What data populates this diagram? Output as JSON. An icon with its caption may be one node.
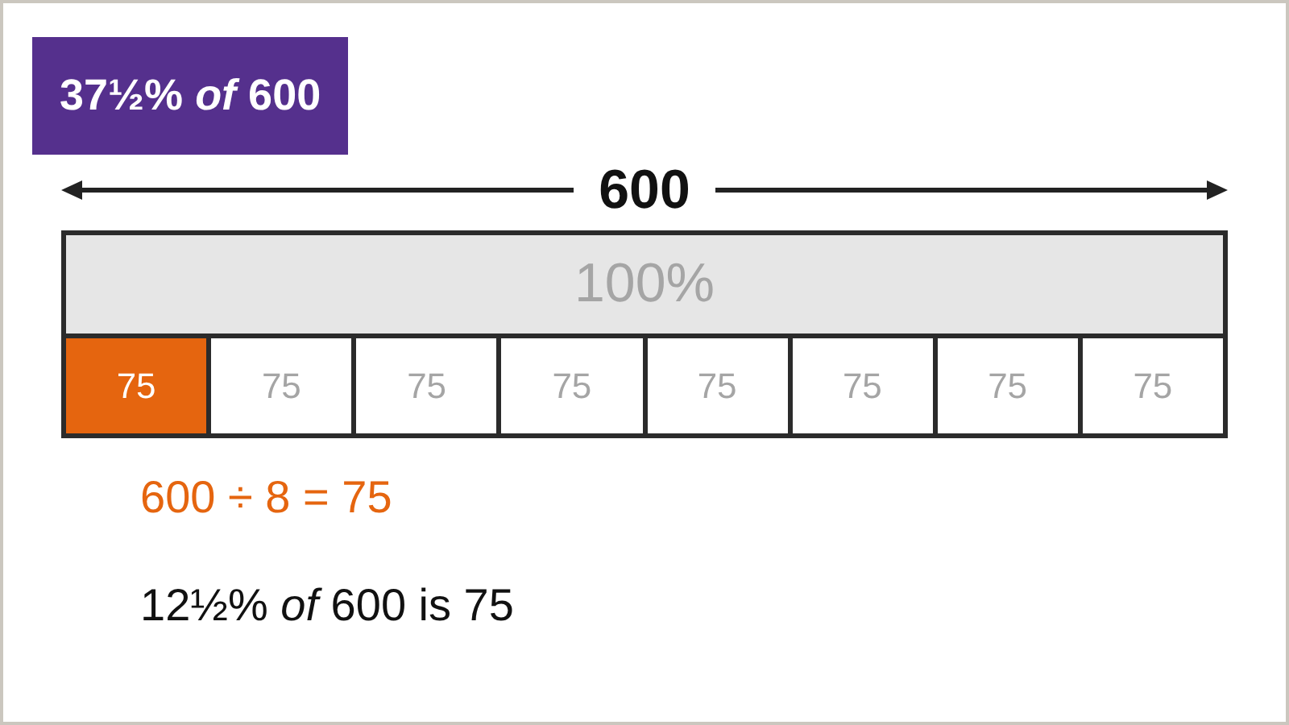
{
  "diagram": {
    "title": "37½% *of* 600",
    "nodes": [
      {
        "text": [
          "100%"
        ]
      },
      {
        "text": [
          "75"
        ]
      },
      {
        "text": [
          "75"
        ]
      },
      {
        "text": [
          "75"
        ]
      },
      {
        "text": [
          "75"
        ]
      },
      {
        "text": [
          "75"
        ]
      },
      {
        "text": [
          "75"
        ]
      },
      {
        "text": [
          "75"
        ]
      },
      {
        "text": [
          "75"
        ]
      }
    ],
    "edges": [],
    "labels": [
      "600",
      "600 ÷ 8 = 75",
      "12½% *of* 600 is 75"
    ]
  }
}
